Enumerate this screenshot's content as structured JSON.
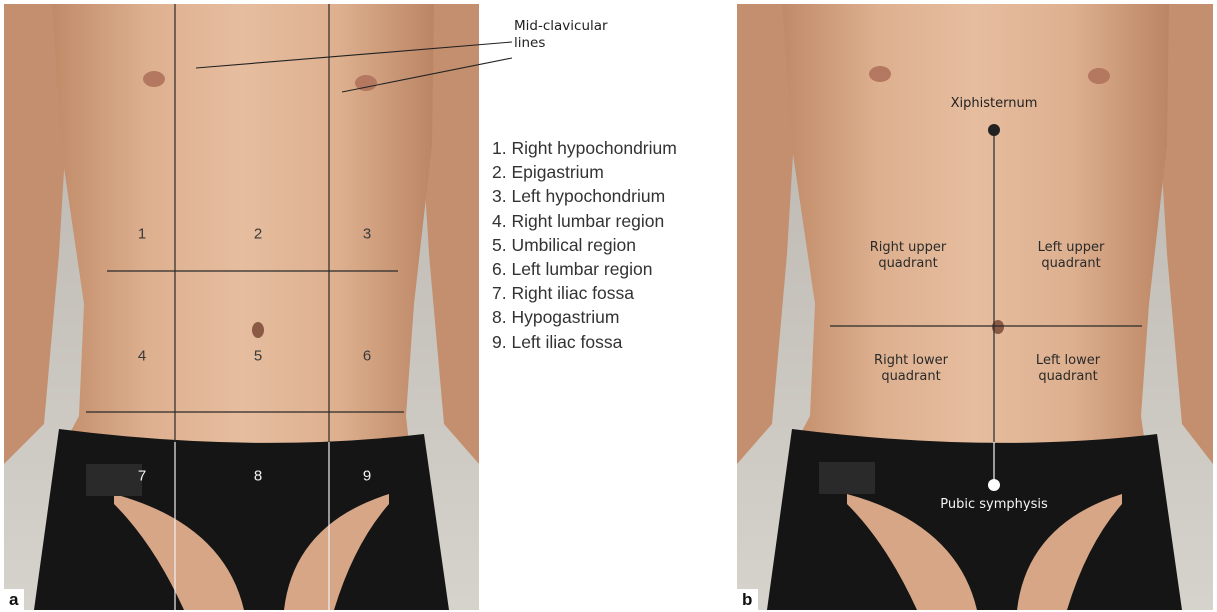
{
  "panel_a": {
    "letter": "a",
    "regions": [
      {
        "number": "1",
        "name": "Right hypochondrium"
      },
      {
        "number": "2",
        "name": "Epigastrium"
      },
      {
        "number": "3",
        "name": "Left hypochondrium"
      },
      {
        "number": "4",
        "name": "Right lumbar region"
      },
      {
        "number": "5",
        "name": "Umbilical region"
      },
      {
        "number": "6",
        "name": "Left lumbar region"
      },
      {
        "number": "7",
        "name": "Right iliac fossa"
      },
      {
        "number": "8",
        "name": "Hypogastrium"
      },
      {
        "number": "9",
        "name": "Left iliac fossa"
      }
    ],
    "legend": [
      "1. Right hypochondrium",
      "2. Epigastrium",
      "3. Left hypochondrium",
      "4. Right lumbar region",
      "5. Umbilical region",
      "6. Left lumbar region",
      "7. Right iliac fossa",
      "8. Hypogastrium",
      "9. Left iliac fossa"
    ],
    "midclavicular_label": {
      "line1": "Mid-clavicular",
      "line2": "lines"
    }
  },
  "panel_b": {
    "letter": "b",
    "xiphisternum": "Xiphisternum",
    "pubic_symphysis": "Pubic symphysis",
    "quadrants": {
      "right_upper": {
        "line1": "Right upper",
        "line2": "quadrant"
      },
      "left_upper": {
        "line1": "Left upper",
        "line2": "quadrant"
      },
      "right_lower": {
        "line1": "Right lower",
        "line2": "quadrant"
      },
      "left_lower": {
        "line1": "Left lower",
        "line2": "quadrant"
      }
    }
  },
  "colors": {
    "background": "#ffffff",
    "skin": "#dcae8f",
    "underwear": "#141414",
    "sheet": "#c9c6c0",
    "line": "#2a2a2a"
  }
}
